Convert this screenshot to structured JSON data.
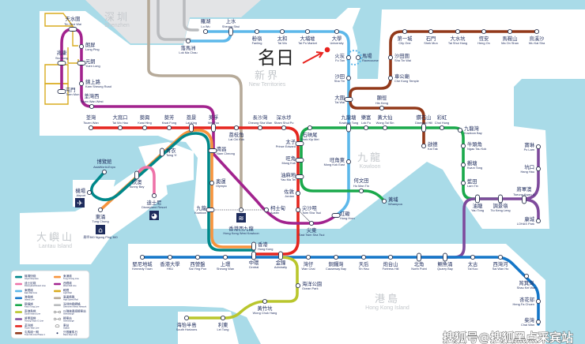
{
  "regions": {
    "shenzhen": {
      "zh": "深圳",
      "en": "Shenzhen"
    },
    "new_territories": {
      "zh": "新界",
      "en": "New Territories"
    },
    "kowloon": {
      "zh": "九龍",
      "en": "Kowloon"
    },
    "lantau": {
      "zh": "大嶼山",
      "en": "Lantau Island"
    },
    "hk_island": {
      "zh": "港島",
      "en": "Hong Kong Island"
    }
  },
  "annotation": {
    "text": "名日",
    "color": "#e8231f"
  },
  "watermark": "搜狐号@搜狐黑点采宾站",
  "colors": {
    "water": "#a9dbe8",
    "land": "#ffffff",
    "shenzhen": "#e3e4e6",
    "east_rail": "#5db8ea",
    "tuen_ma_1": "#92391a",
    "kwun_tong": "#1aa94b",
    "tsuen_wan": "#e5261f",
    "west_rail": "#a2238e",
    "tko": "#7e4a9c",
    "island": "#1476c8",
    "south_island": "#b9c62d",
    "tung_chung": "#f7943d",
    "airport_express": "#00888a",
    "disneyland": "#ee72a8",
    "high_speed": "#b6aa99",
    "light_rail": "#d9ab1f",
    "shenzhen_metro": "#b9bbbe"
  },
  "stations": {
    "lo_wu": {
      "zh": "羅湖",
      "en": "Lo Wu"
    },
    "sheung_shui": {
      "zh": "上水",
      "en": "Sheung Shui"
    },
    "fanling": {
      "zh": "粉嶺",
      "en": "Fanling"
    },
    "tai_wo": {
      "zh": "太和",
      "en": "Tai Wo"
    },
    "tai_po_market": {
      "zh": "大埔墟",
      "en": "Tai Po Market"
    },
    "university": {
      "zh": "大學",
      "en": "University"
    },
    "lok_ma_chau": {
      "zh": "落馬洲",
      "en": "Lok Ma Chau"
    },
    "fo_tan": {
      "zh": "火炭",
      "en": "Fo Tan"
    },
    "racecourse": {
      "zh": "馬場",
      "en": "Racecourse"
    },
    "sha_tin": {
      "zh": "沙田",
      "en": "Sha Tin"
    },
    "tai_wai": {
      "zh": "大圍",
      "en": "Tai Wai"
    },
    "kowloon_tong": {
      "zh": "九龍塘",
      "en": "Kowloon Tong"
    },
    "mong_kok_east": {
      "zh": "旺角東",
      "en": "Mong Kok East"
    },
    "hung_hom": {
      "zh": "紅磡",
      "en": "Hung Hom"
    },
    "wu_kai_sha": {
      "zh": "烏溪沙",
      "en": "Wu Kai Sha"
    },
    "ma_on_shan": {
      "zh": "馬鞍山",
      "en": "Ma On Shan"
    },
    "heng_on": {
      "zh": "恆安",
      "en": "Heng On"
    },
    "tai_shui_hang": {
      "zh": "大水坑",
      "en": "Tai Shui Hang"
    },
    "shek_mun": {
      "zh": "石門",
      "en": "Shek Mun"
    },
    "city_one": {
      "zh": "第一城",
      "en": "City One"
    },
    "sha_tin_wai": {
      "zh": "沙田圍",
      "en": "Sha Tin Wai"
    },
    "che_kung_temple": {
      "zh": "車公廟",
      "en": "Che Kung Temple"
    },
    "hin_keng": {
      "zh": "顯徑",
      "en": "Hin Keng"
    },
    "diamond_hill": {
      "zh": "鑽石山",
      "en": "Diamond Hill"
    },
    "kai_tak": {
      "zh": "啟德",
      "en": "Kai Tak"
    },
    "whampoa": {
      "zh": "黃埔",
      "en": "Whampoa"
    },
    "ho_man_tin": {
      "zh": "何文田",
      "en": "Ho Man Tin"
    },
    "prince_edward": {
      "zh": "太子",
      "en": "Prince Edward"
    },
    "mong_kok": {
      "zh": "旺角",
      "en": "Mong Kok"
    },
    "yau_ma_tei": {
      "zh": "油麻地",
      "en": "Yau Ma Tei"
    },
    "shek_kip_mei": {
      "zh": "石硤尾",
      "en": "Shek Kip Mei"
    },
    "lok_fu": {
      "zh": "樂富",
      "en": "Lok Fu"
    },
    "wong_tai_sin": {
      "zh": "黃大仙",
      "en": "Wong Tai Sin"
    },
    "choi_hung": {
      "zh": "彩虹",
      "en": "Choi Hung"
    },
    "kowloon_bay": {
      "zh": "九龍灣",
      "en": "Kowloon Bay"
    },
    "ngau_tau_kok": {
      "zh": "牛頭角",
      "en": "Ngau Tau Kok"
    },
    "kwun_tong": {
      "zh": "觀塘",
      "en": "Kwun Tong"
    },
    "lam_tin": {
      "zh": "藍田",
      "en": "Lam Tin"
    },
    "yau_tong": {
      "zh": "油塘",
      "en": "Yau Tong"
    },
    "tiu_keng_leng": {
      "zh": "調景嶺",
      "en": "Tiu Keng Leng"
    },
    "tseung_kwan_o": {
      "zh": "將軍澳",
      "en": "Tseung Kwan O"
    },
    "hang_hau": {
      "zh": "坑口",
      "en": "Hang Hau"
    },
    "po_lam": {
      "zh": "寶琳",
      "en": "Po Lam"
    },
    "lohas_park": {
      "zh": "康城",
      "en": "LOHAS Park"
    },
    "tsuen_wan": {
      "zh": "荃灣",
      "en": "Tsuen Wan"
    },
    "tai_wo_hau": {
      "zh": "大窩口",
      "en": "Tai Wo Hau"
    },
    "kwai_hing": {
      "zh": "葵興",
      "en": "Kwai Hing"
    },
    "kwai_fong": {
      "zh": "葵芳",
      "en": "Kwai Fong"
    },
    "lai_king": {
      "zh": "荔景",
      "en": "Lai King"
    },
    "mei_foo": {
      "zh": "美孚",
      "en": "Mei Foo"
    },
    "lai_chi_kok": {
      "zh": "荔枝角",
      "en": "Lai Chi Kok"
    },
    "cheung_sha_wan": {
      "zh": "長沙灣",
      "en": "Cheung Sha Wan"
    },
    "sham_shui_po": {
      "zh": "深水埗",
      "en": "Sham Shui Po"
    },
    "jordan": {
      "zh": "佐敦",
      "en": "Jordan"
    },
    "tsim_sha_tsui": {
      "zh": "尖沙咀",
      "en": "Tsim Sha Tsui"
    },
    "tuen_mun": {
      "zh": "屯門",
      "en": "Tuen Mun"
    },
    "siu_hong": {
      "zh": "兆康",
      "en": "Siu Hong"
    },
    "tin_shui_wai": {
      "zh": "天水圍",
      "en": "Tin Shui Wai"
    },
    "long_ping": {
      "zh": "朗屏",
      "en": "Long Ping"
    },
    "yuen_long": {
      "zh": "元朗",
      "en": "Yuen Long"
    },
    "kam_sheung_road": {
      "zh": "錦上路",
      "en": "Kam Sheung Road"
    },
    "tsuen_wan_west": {
      "zh": "荃灣西",
      "en": "Tsuen Wan West"
    },
    "nam_cheong": {
      "zh": "南昌",
      "en": "Nam Cheong"
    },
    "austin": {
      "zh": "柯士甸",
      "en": "Austin"
    },
    "east_tst": {
      "zh": "尖東",
      "en": "East Tsim Sha Tsui"
    },
    "olympic": {
      "zh": "奧運",
      "en": "Olympic"
    },
    "kowloon": {
      "zh": "九龍",
      "en": "Kowloon"
    },
    "hk_west_kowloon": {
      "zh": "香港西九龍",
      "en": "Hong Kong West Kowloon"
    },
    "hong_kong": {
      "zh": "香港",
      "en": "Hong Kong"
    },
    "tsing_yi": {
      "zh": "青衣",
      "en": "Tsing Yi"
    },
    "sunny_bay": {
      "zh": "欣澳",
      "en": "Sunny Bay"
    },
    "tung_chung": {
      "zh": "東涌",
      "en": "Tung Chung"
    },
    "airport": {
      "zh": "機場",
      "en": "Airport"
    },
    "asiaworld_expo": {
      "zh": "博覽館",
      "en": "AsiaWorld-Expo"
    },
    "disneyland": {
      "zh": "迪士尼",
      "en": "Disneyland Resort"
    },
    "kennedy_town": {
      "zh": "堅尼地城",
      "en": "Kennedy Town"
    },
    "hku": {
      "zh": "香港大學",
      "en": "HKU"
    },
    "sai_ying_pun": {
      "zh": "西營盤",
      "en": "Sai Ying Pun"
    },
    "sheung_wan": {
      "zh": "上環",
      "en": "Sheung Wan"
    },
    "central": {
      "zh": "中環",
      "en": "Central"
    },
    "admiralty": {
      "zh": "金鐘",
      "en": "Admiralty"
    },
    "wan_chai": {
      "zh": "灣仔",
      "en": "Wan Chai"
    },
    "causeway_bay": {
      "zh": "銅鑼灣",
      "en": "Causeway Bay"
    },
    "tin_hau": {
      "zh": "天后",
      "en": "Tin Hau"
    },
    "fortress_hill": {
      "zh": "炮台山",
      "en": "Fortress Hill"
    },
    "north_point": {
      "zh": "北角",
      "en": "North Point"
    },
    "quarry_bay": {
      "zh": "鰂魚涌",
      "en": "Quarry Bay"
    },
    "tai_koo": {
      "zh": "太古",
      "en": "Tai Koo"
    },
    "sai_wan_ho": {
      "zh": "西灣河",
      "en": "Sai Wan Ho"
    },
    "shau_kei_wan": {
      "zh": "筲箕灣",
      "en": "Shau Kei Wan"
    },
    "heng_fa_chuen": {
      "zh": "杏花邨",
      "en": "Heng Fa Chuen"
    },
    "chai_wan": {
      "zh": "柴灣",
      "en": "Chai Wan"
    },
    "ocean_park": {
      "zh": "海洋公園",
      "en": "Ocean Park"
    },
    "wong_chuk_hang": {
      "zh": "黃竹坑",
      "en": "Wong Chuk Hang"
    },
    "lei_tung": {
      "zh": "利東",
      "en": "Lei Tung"
    },
    "south_horizons": {
      "zh": "海怡半島",
      "en": "South Horizons"
    }
  },
  "ngong_ping": "昂坪360 Ngong Ping 360",
  "legend": [
    {
      "zh": "機場快綫",
      "en": "Airport Express",
      "color": "#00888a"
    },
    {
      "zh": "迪士尼綫",
      "en": "Disneyland Resort Line",
      "color": "#ee72a8"
    },
    {
      "zh": "東鐵綫",
      "en": "East Rail Line",
      "color": "#5db8ea"
    },
    {
      "zh": "港島綫",
      "en": "Island Line",
      "color": "#1476c8"
    },
    {
      "zh": "觀塘綫",
      "en": "Kwun Tong Line",
      "color": "#1aa94b"
    },
    {
      "zh": "南港島綫",
      "en": "South Island Line",
      "color": "#b9c62d"
    },
    {
      "zh": "將軍澳綫",
      "en": "Tseung Kwan O Line",
      "color": "#7e4a9c"
    },
    {
      "zh": "荃灣綫",
      "en": "Tsuen Wan Line",
      "color": "#e5261f"
    },
    {
      "zh": "屯馬綫一期",
      "en": "Tuen Ma Line Phase 1",
      "color": "#92391a"
    },
    {
      "zh": "東涌綫",
      "en": "Tung Chung Line",
      "color": "#f7943d"
    },
    {
      "zh": "西鐵綫",
      "en": "West Rail Line",
      "color": "#a2238e"
    },
    {
      "zh": "輕鐵",
      "en": "Light Rail",
      "color": "#d9ab1f"
    },
    {
      "zh": "高速鐵路",
      "en": "High Speed Rail",
      "color": "#b6aa99"
    },
    {
      "zh": "深圳地鐵網絡",
      "en": "Shenzhen Metro Network",
      "color": "#b9bbbe"
    },
    {
      "zh": "以隧道連接轉車站",
      "en": "Interchange",
      "symbol": "link"
    },
    {
      "zh": "轉車站",
      "en": "Interchange",
      "symbol": "link"
    },
    {
      "zh": "車站",
      "en": "Station",
      "symbol": "interchange"
    },
    {
      "zh": "只限賽馬日",
      "en": "Race days only",
      "symbol": "dot"
    }
  ]
}
